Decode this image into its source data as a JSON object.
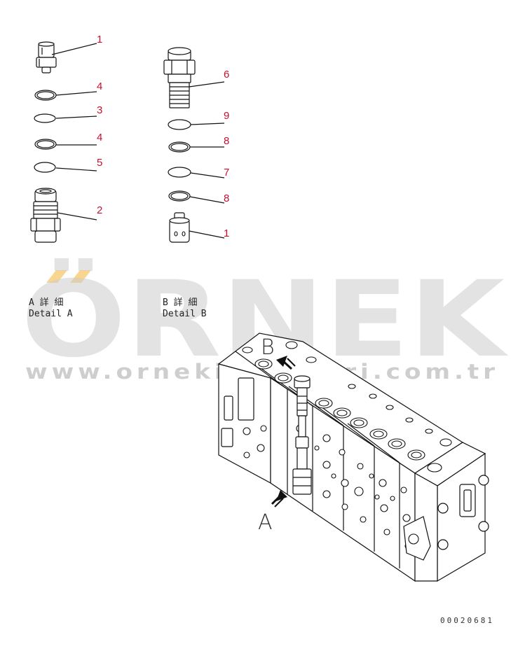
{
  "callouts": [
    {
      "id": "1",
      "label": "1"
    },
    {
      "id": "4",
      "label": "4"
    },
    {
      "id": "3",
      "label": "3"
    },
    {
      "id": "4b",
      "label": "4"
    },
    {
      "id": "5",
      "label": "5"
    },
    {
      "id": "2",
      "label": "2"
    },
    {
      "id": "6",
      "label": "6"
    },
    {
      "id": "9",
      "label": "9"
    },
    {
      "id": "8",
      "label": "8"
    },
    {
      "id": "7",
      "label": "7"
    },
    {
      "id": "8b",
      "label": "8"
    },
    {
      "id": "1b",
      "label": "1"
    }
  ],
  "detail_a": {
    "kanji": "A 詳 細",
    "english": "Detail A"
  },
  "detail_b": {
    "kanji": "B 詳 細",
    "english": "Detail B"
  },
  "view_a": "A",
  "view_b": "B",
  "watermark": {
    "brand": "ÖRNEK",
    "url": "www.ornekis.....lari.com.tr"
  },
  "doc_number": "00020681",
  "colors": {
    "callout": "#c8102e",
    "watermark": "#cccccc",
    "accent_mark": "#f5c86a"
  }
}
